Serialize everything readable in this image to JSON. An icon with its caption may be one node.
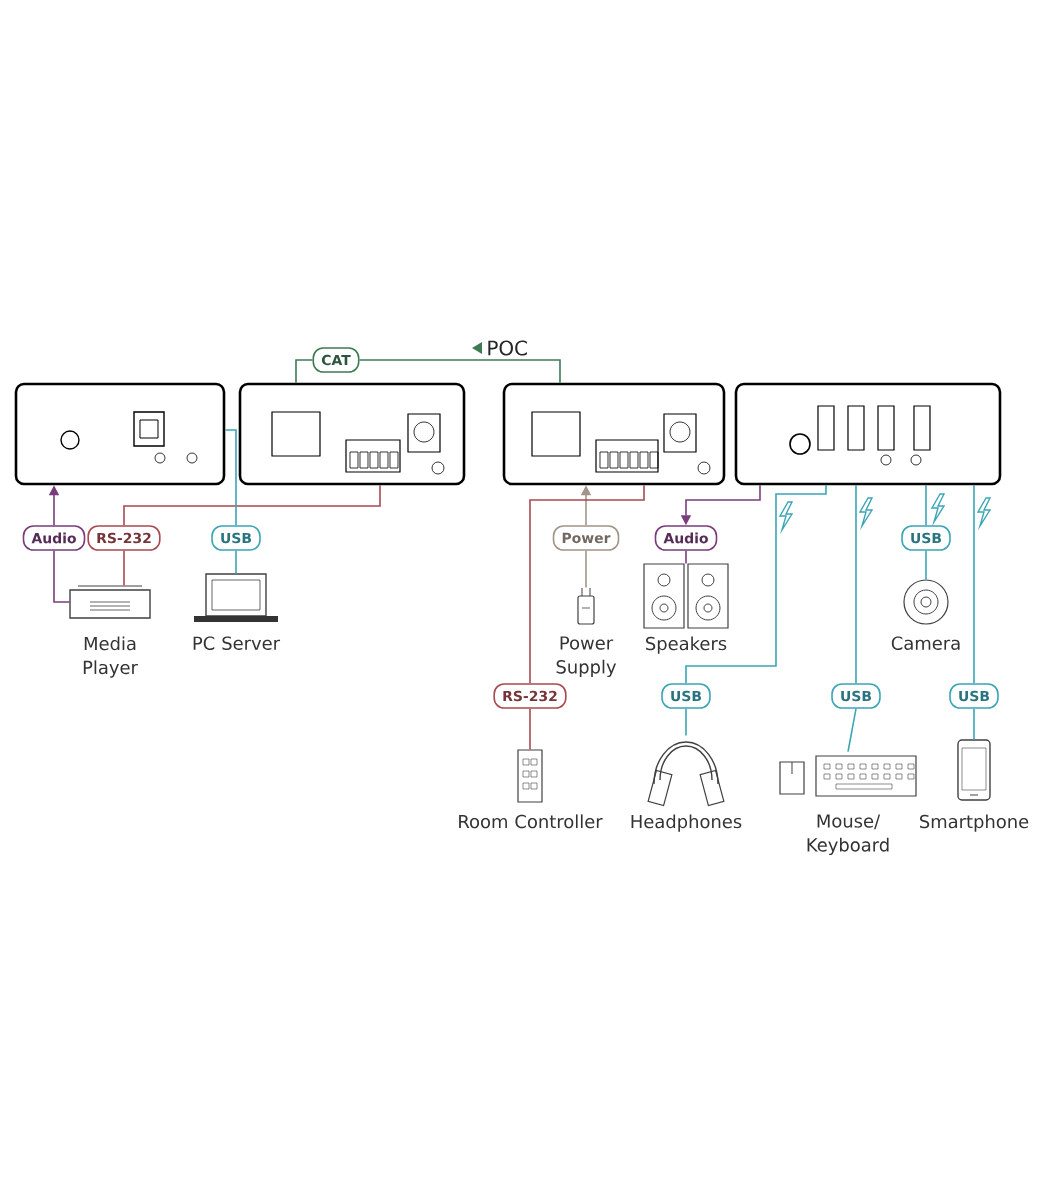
{
  "diagram": {
    "nodes": [
      {
        "text": [],
        "shape": "box"
      },
      {
        "text": [],
        "shape": "box"
      },
      {
        "text": [],
        "shape": "box"
      },
      {
        "text": [],
        "shape": "box"
      },
      {
        "text": [
          "CAT"
        ]
      },
      {
        "text": [
          "Audio"
        ]
      },
      {
        "text": [
          "RS-232"
        ]
      },
      {
        "text": [
          "USB"
        ]
      },
      {
        "text": [],
        "shape": "picture",
        "beside": [
          "Media Player"
        ]
      },
      {
        "text": [],
        "shape": "picture",
        "beside": [
          "PC Server"
        ]
      },
      {
        "text": [
          "Power"
        ]
      },
      {
        "text": [],
        "shape": "picture",
        "beside": [
          "Power Supply"
        ]
      },
      {
        "text": [
          "Audio"
        ]
      },
      {
        "text": [],
        "shape": "picture",
        "beside": [
          "Speakers"
        ]
      },
      {
        "text": [
          "USB"
        ]
      },
      {
        "text": [],
        "shape": "picture",
        "beside": [
          "Camera"
        ]
      },
      {
        "text": [
          "RS-232"
        ]
      },
      {
        "text": [],
        "shape": "picture",
        "beside": [
          "Room Controller"
        ]
      },
      {
        "text": [
          "USB"
        ]
      },
      {
        "text": [],
        "shape": "picture",
        "beside": [
          "Headphones"
        ]
      },
      {
        "text": [
          "USB"
        ]
      },
      {
        "text": [],
        "shape": "picture",
        "beside": [
          "Mouse/ Keyboard"
        ]
      },
      {
        "text": [
          "USB"
        ]
      },
      {
        "text": [],
        "shape": "picture",
        "beside": [
          "Smartphone"
        ]
      }
    ],
    "edges": [
      {
        "from": 1,
        "to": 4,
        "arrow": "none",
        "color": "#3f7a55"
      },
      {
        "from": 4,
        "to": 2,
        "arrow": "none",
        "color": "#3f7a55"
      },
      {
        "from": 8,
        "to": 5,
        "arrow": "none",
        "color": "#7a3d7c"
      },
      {
        "from": 5,
        "to": 0,
        "arrow": "to",
        "color": "#7a3d7c"
      },
      {
        "from": 1,
        "to": 6,
        "arrow": "none",
        "color": "#a84a50"
      },
      {
        "from": 6,
        "to": 8,
        "arrow": "none",
        "color": "#a84a50"
      },
      {
        "from": 0,
        "to": 7,
        "arrow": "none"
      },
      {
        "from": 7,
        "to": 9,
        "arrow": "none"
      },
      {
        "from": 11,
        "to": 10,
        "arrow": "none",
        "color": "#a39489"
      },
      {
        "from": 10,
        "to": 2,
        "arrow": "to",
        "color": "#a39489"
      },
      {
        "from": 3,
        "to": 12,
        "arrow": "to",
        "color": "#7a3d7c"
      },
      {
        "from": 12,
        "to": 13,
        "arrow": "none",
        "color": "#7a3d7c"
      },
      {
        "from": 2,
        "to": 16,
        "arrow": "none",
        "color": "#a84a50"
      },
      {
        "from": 16,
        "to": 17,
        "arrow": "none",
        "color": "#a84a50"
      },
      {
        "from": 3,
        "to": 18,
        "arrow": "none"
      },
      {
        "from": 18,
        "to": 19,
        "arrow": "none"
      },
      {
        "from": 3,
        "to": 20,
        "arrow": "none"
      },
      {
        "from": 20,
        "to": 21,
        "arrow": "none"
      },
      {
        "from": 3,
        "to": 14,
        "arrow": "none"
      },
      {
        "from": 14,
        "to": 15,
        "arrow": "none"
      },
      {
        "from": 3,
        "to": 22,
        "arrow": "none"
      },
      {
        "from": 22,
        "to": 23,
        "arrow": "none"
      }
    ],
    "labels": [
      "POC"
    ]
  }
}
